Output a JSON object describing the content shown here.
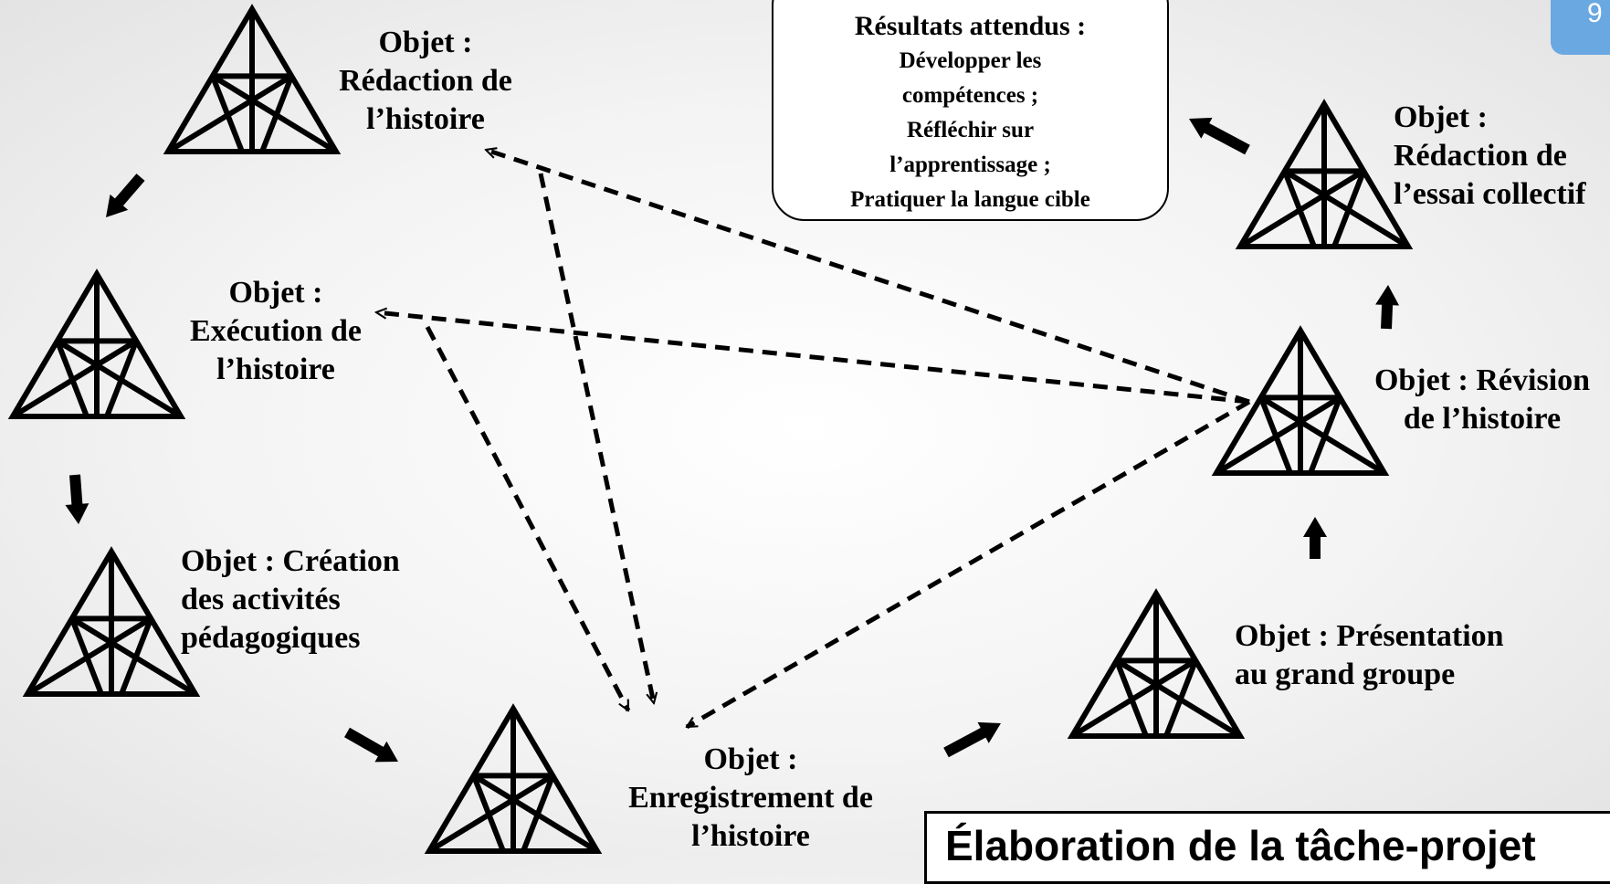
{
  "page_number": "9",
  "title": "Élaboration de la tâche-projet",
  "results": {
    "title": "Résultats attendus :",
    "lines": [
      "Développer les",
      "compétences ;",
      "Réfléchir sur",
      "l’apprentissage ;",
      "Pratiquer la langue cible"
    ]
  },
  "nodes": [
    {
      "id": "redaction-histoire",
      "lines": [
        "Objet :",
        "Rédaction de",
        "l’histoire"
      ]
    },
    {
      "id": "execution-histoire",
      "lines": [
        "Objet :",
        "Exécution de",
        "l’histoire"
      ]
    },
    {
      "id": "creation-activites",
      "lines": [
        "Objet : Création",
        "des activités",
        "pédagogiques"
      ]
    },
    {
      "id": "enregistrement-histoire",
      "lines": [
        "Objet :",
        "Enregistrement de",
        "l’histoire"
      ]
    },
    {
      "id": "presentation-groupe",
      "lines": [
        "Objet : Présentation",
        "au grand groupe"
      ]
    },
    {
      "id": "revision-histoire",
      "lines": [
        "Objet : Révision",
        "de l’histoire"
      ]
    },
    {
      "id": "redaction-essai",
      "lines": [
        "Objet :",
        "Rédaction de",
        "l’essai collectif"
      ]
    }
  ],
  "flow_arrows": [
    {
      "from": "redaction-histoire",
      "to": "execution-histoire"
    },
    {
      "from": "execution-histoire",
      "to": "creation-activites"
    },
    {
      "from": "creation-activites",
      "to": "enregistrement-histoire"
    },
    {
      "from": "enregistrement-histoire",
      "to": "presentation-groupe"
    },
    {
      "from": "presentation-groupe",
      "to": "revision-histoire"
    },
    {
      "from": "revision-histoire",
      "to": "redaction-essai"
    },
    {
      "from": "redaction-essai",
      "to": "results"
    }
  ],
  "dashed_links": [
    {
      "from": "revision-histoire",
      "to": "redaction-histoire"
    },
    {
      "from": "revision-histoire",
      "to": "execution-histoire"
    },
    {
      "from": "revision-histoire",
      "to": "enregistrement-histoire"
    },
    {
      "from": "redaction-histoire",
      "to": "enregistrement-histoire"
    },
    {
      "from": "execution-histoire",
      "to": "enregistrement-histoire"
    }
  ],
  "colors": {
    "badge": "#6aa8e2",
    "stroke": "#000000"
  }
}
